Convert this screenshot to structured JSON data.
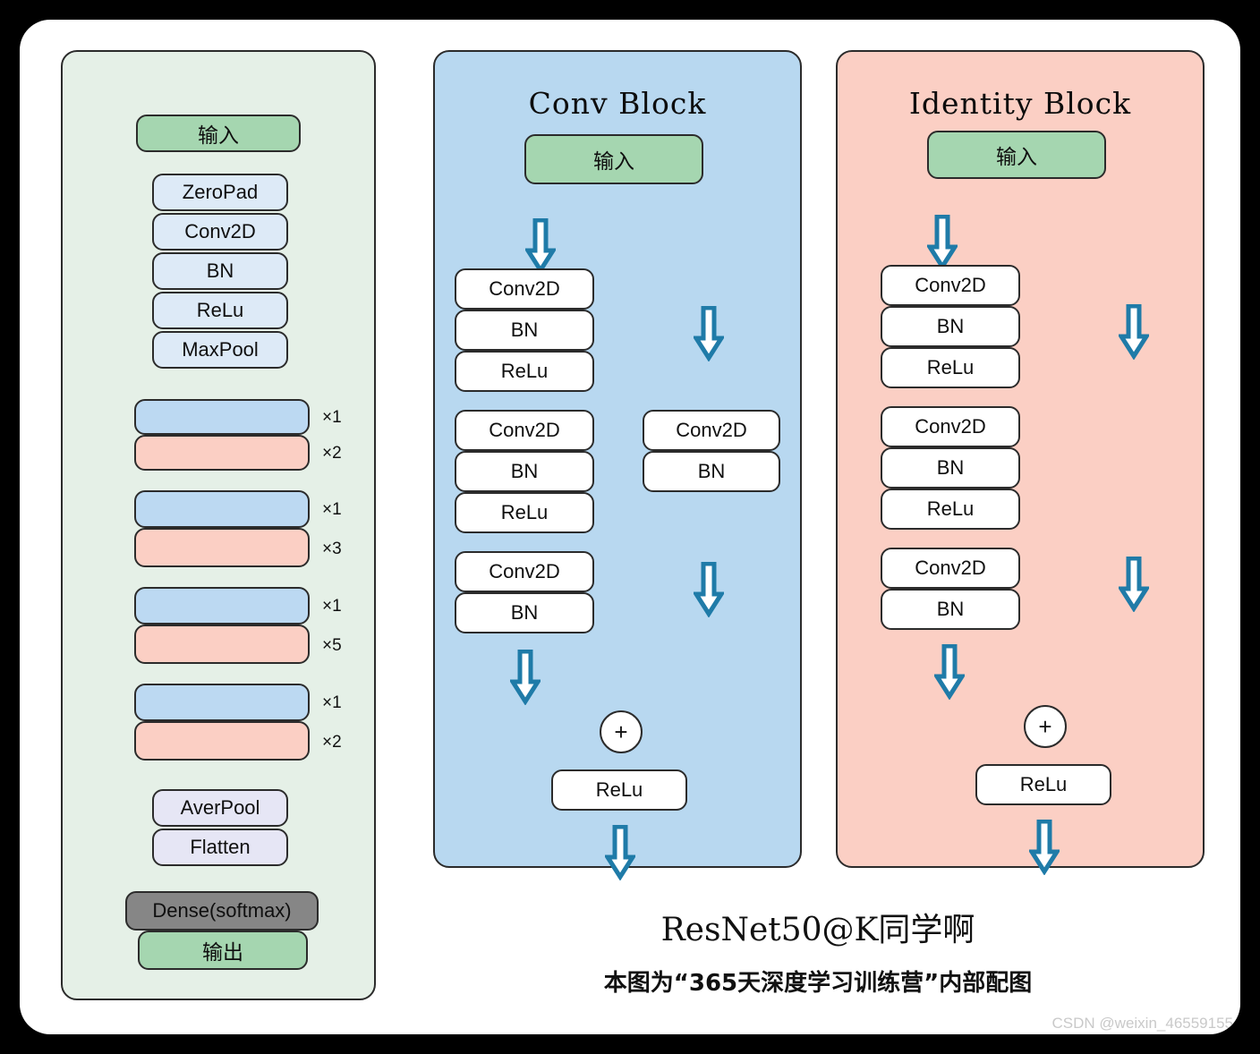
{
  "diagram": {
    "title_main": "ResNet50@K同学啊",
    "caption_sub": "本图为“365天深度学习训练营”内部配图",
    "watermark": "CSDN @weixin_46559155"
  },
  "colors": {
    "panel_overview_bg": "#e5f0e7",
    "panel_conv_bg": "#b8d8f0",
    "panel_identity_bg": "#fbcfc4",
    "input_green": "#a5d6b0",
    "light_blue": "#ddeaf7",
    "lavender": "#e6e6f5",
    "dense_gray": "#868686",
    "bar_blue": "#bcd9f2",
    "bar_pink": "#fbcfc4",
    "arrow_blue": "#1f7ba8",
    "outline": "#2b2b2b"
  },
  "overview": {
    "input_label": "输入",
    "stem": [
      "ZeroPad",
      "Conv2D",
      "BN",
      "ReLu",
      "MaxPool"
    ],
    "stages": [
      {
        "conv_mult": "×1",
        "identity_mult": "×2"
      },
      {
        "conv_mult": "×1",
        "identity_mult": "×3"
      },
      {
        "conv_mult": "×1",
        "identity_mult": "×5"
      },
      {
        "conv_mult": "×1",
        "identity_mult": "×2"
      }
    ],
    "head": [
      "AverPool",
      "Flatten"
    ],
    "dense_label": "Dense(softmax)",
    "output_label": "输出"
  },
  "conv_block": {
    "title": "Conv Block",
    "input_label": "输入",
    "main_group_1": [
      "Conv2D",
      "BN",
      "ReLu"
    ],
    "main_group_2": [
      "Conv2D",
      "BN",
      "ReLu"
    ],
    "main_group_3": [
      "Conv2D",
      "BN"
    ],
    "shortcut_group": [
      "Conv2D",
      "BN"
    ],
    "add_symbol": "+",
    "final_activation": "ReLu"
  },
  "identity_block": {
    "title": "Identity Block",
    "input_label": "输入",
    "main_group_1": [
      "Conv2D",
      "BN",
      "ReLu"
    ],
    "main_group_2": [
      "Conv2D",
      "BN",
      "ReLu"
    ],
    "main_group_3": [
      "Conv2D",
      "BN"
    ],
    "add_symbol": "+",
    "final_activation": "ReLu"
  }
}
